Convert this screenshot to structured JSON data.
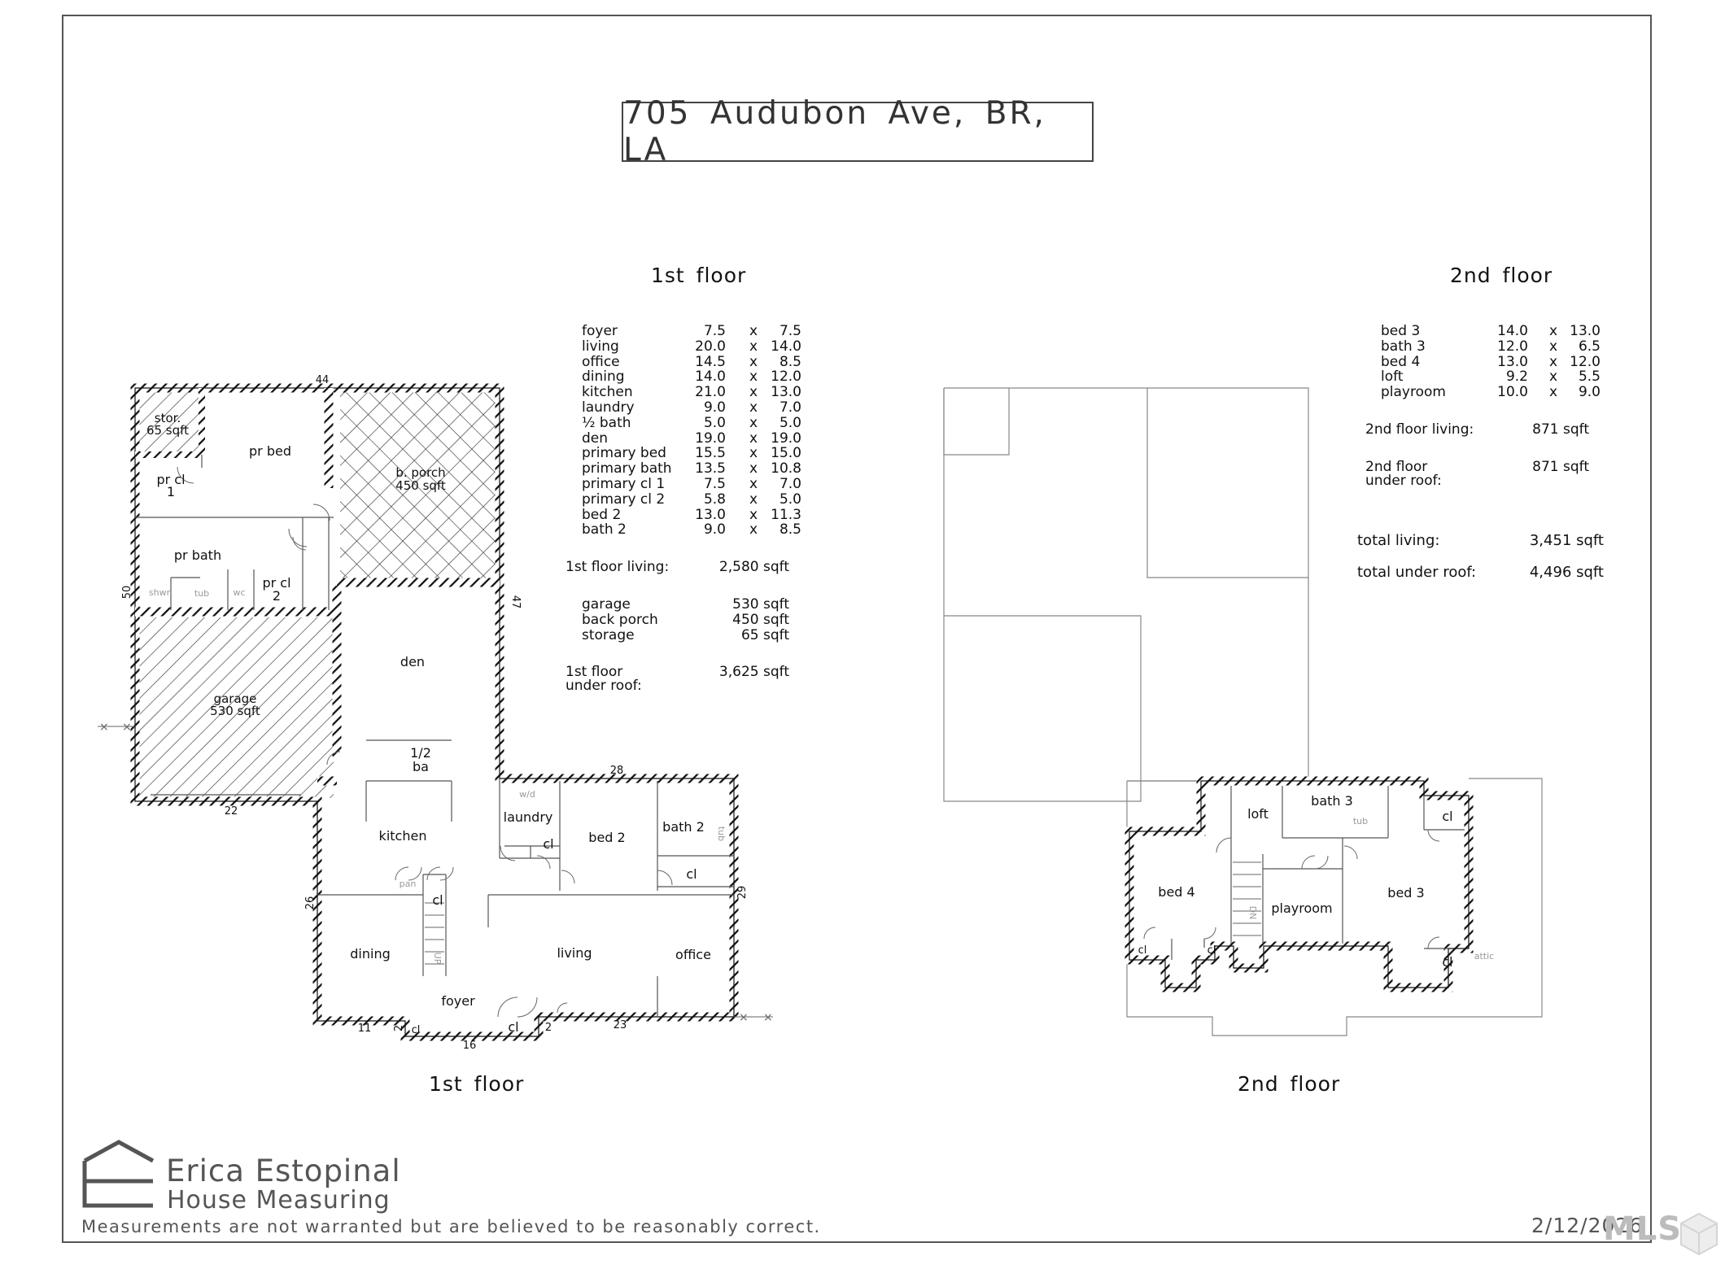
{
  "title": "705  Audubon  Ave,  BR,  LA",
  "first_floor": {
    "heading_top": "1st  floor",
    "heading_bottom": "1st  floor",
    "rooms": [
      {
        "name": "foyer",
        "w": "7.5",
        "l": "7.5"
      },
      {
        "name": "living",
        "w": "20.0",
        "l": "14.0"
      },
      {
        "name": "office",
        "w": "14.5",
        "l": "8.5"
      },
      {
        "name": "dining",
        "w": "14.0",
        "l": "12.0"
      },
      {
        "name": "kitchen",
        "w": "21.0",
        "l": "13.0"
      },
      {
        "name": "laundry",
        "w": "9.0",
        "l": "7.0"
      },
      {
        "name": "½ bath",
        "w": "5.0",
        "l": "5.0"
      },
      {
        "name": "den",
        "w": "19.0",
        "l": "19.0"
      },
      {
        "name": "primary bed",
        "w": "15.5",
        "l": "15.0"
      },
      {
        "name": "primary bath",
        "w": "13.5",
        "l": "10.8"
      },
      {
        "name": "primary cl 1",
        "w": "7.5",
        "l": "7.0"
      },
      {
        "name": "primary cl 2",
        "w": "5.8",
        "l": "5.0"
      },
      {
        "name": "bed 2",
        "w": "13.0",
        "l": "11.3"
      },
      {
        "name": "bath 2",
        "w": "9.0",
        "l": "8.5"
      }
    ],
    "living_label": "1st floor living:",
    "living_value": "2,580 sqft",
    "extras": [
      {
        "name": "garage",
        "value": "530 sqft"
      },
      {
        "name": "back porch",
        "value": "450 sqft"
      },
      {
        "name": "storage",
        "value": "65 sqft"
      }
    ],
    "under_roof_label_1": "1st floor",
    "under_roof_label_2": "under roof:",
    "under_roof_value": "3,625 sqft"
  },
  "second_floor": {
    "heading_top": "2nd  floor",
    "heading_bottom": "2nd  floor",
    "rooms": [
      {
        "name": "bed 3",
        "w": "14.0",
        "l": "13.0"
      },
      {
        "name": "bath 3",
        "w": "12.0",
        "l": "6.5"
      },
      {
        "name": "bed 4",
        "w": "13.0",
        "l": "12.0"
      },
      {
        "name": "loft",
        "w": "9.2",
        "l": "5.5"
      },
      {
        "name": "playroom",
        "w": "10.0",
        "l": "9.0"
      }
    ],
    "living_label": "2nd floor living:",
    "living_value": "871 sqft",
    "under_roof_label_1": "2nd floor",
    "under_roof_label_2": "under roof:",
    "under_roof_value": "871 sqft"
  },
  "totals": {
    "living_label": "total living:",
    "living_value": "3,451 sqft",
    "under_roof_label": "total under roof:",
    "under_roof_value": "4,496 sqft"
  },
  "plan_labels": {
    "stor": "stor.",
    "stor_sqft": "65 sqft",
    "pr_bed": "pr bed",
    "b_porch": "b. porch",
    "b_porch_sqft": "450 sqft",
    "pr_cl": "pr cl",
    "pr_cl_1": "1",
    "pr_bath": "pr bath",
    "pr_cl_2": "2",
    "shwr": "shwr",
    "tub": "tub",
    "wc": "wc",
    "garage": "garage",
    "garage_sqft": "530 sqft",
    "den": "den",
    "half": "1/2",
    "ba": "ba",
    "kitchen": "kitchen",
    "laundry": "laundry",
    "wd": "w/d",
    "cl": "cl",
    "bed2": "bed 2",
    "bath2": "bath 2",
    "pan": "pan",
    "dining": "dining",
    "living": "living",
    "office": "office",
    "foyer": "foyer",
    "up": "UP",
    "loft": "loft",
    "bath3": "bath 3",
    "bed4": "bed 4",
    "playroom": "playroom",
    "bed3": "bed 3",
    "attic": "attic",
    "dn": "DN"
  },
  "dimensions": {
    "d44": "44",
    "d50": "50",
    "d22": "22",
    "d47": "47",
    "d28": "28",
    "d26": "26",
    "d29": "29",
    "d11": "11",
    "d2a": "2",
    "d16": "16",
    "d2b": "2",
    "d23": "23"
  },
  "brand": {
    "line1": "Erica Estopinal",
    "line2": "House Measuring",
    "disclaimer": "Measurements are not warranted but are believed to be reasonably correct.",
    "date": "2/12/2026",
    "watermark": "MLS"
  }
}
